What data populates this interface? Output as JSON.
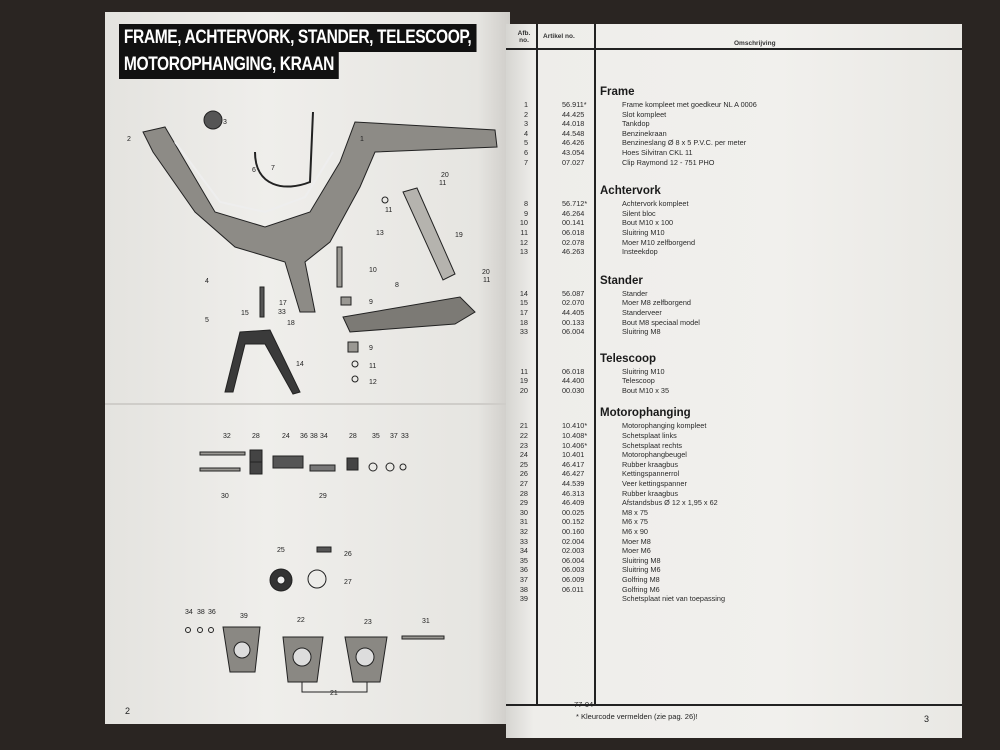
{
  "left_page": {
    "title_line1": "FRAME, ACHTERVORK, STANDER, TELESCOOP,",
    "title_line2": "MOTOROPHANGING, KRAAN",
    "page_number": "2",
    "callouts": [
      "1",
      "2",
      "3",
      "4",
      "5",
      "6",
      "7",
      "8",
      "9",
      "9",
      "10",
      "11",
      "11",
      "11",
      "11",
      "12",
      "13",
      "14",
      "15",
      "17",
      "18",
      "19",
      "20",
      "20",
      "33",
      "32",
      "28",
      "24",
      "36",
      "38",
      "34",
      "28",
      "35",
      "37",
      "33",
      "30",
      "29",
      "25",
      "26",
      "27",
      "34",
      "38",
      "36",
      "39",
      "22",
      "23",
      "31",
      "21"
    ]
  },
  "right_page": {
    "header": {
      "afb": "Afb. no.",
      "artikel": "Artikel no.",
      "omschrijving": "Omschrijving"
    },
    "sections": [
      {
        "title": "Frame",
        "rows": [
          {
            "no": "1",
            "art": "56.911*",
            "desc": "Frame kompleet met goedkeur NL A 0006"
          },
          {
            "no": "2",
            "art": "44.425",
            "desc": "Slot kompleet"
          },
          {
            "no": "3",
            "art": "44.018",
            "desc": "Tankdop"
          },
          {
            "no": "4",
            "art": "44.548",
            "desc": "Benzinekraan"
          },
          {
            "no": "5",
            "art": "46.426",
            "desc": "Benzineslang Ø 8 x 5 P.V.C. per meter"
          },
          {
            "no": "6",
            "art": "43.054",
            "desc": "Hoes Silvitran CKL 11"
          },
          {
            "no": "7",
            "art": "07.027",
            "desc": "Clip Raymond 12 - 751 PHO"
          }
        ]
      },
      {
        "title": "Achtervork",
        "rows": [
          {
            "no": "8",
            "art": "56.712*",
            "desc": "Achtervork kompleet"
          },
          {
            "no": "9",
            "art": "46.264",
            "desc": "Silent bloc"
          },
          {
            "no": "10",
            "art": "00.141",
            "desc": "Bout M10 x 100"
          },
          {
            "no": "11",
            "art": "06.018",
            "desc": "Sluitring M10"
          },
          {
            "no": "12",
            "art": "02.078",
            "desc": "Moer M10 zelfborgend"
          },
          {
            "no": "13",
            "art": "46.263",
            "desc": "Insteekdop"
          }
        ]
      },
      {
        "title": "Stander",
        "rows": [
          {
            "no": "14",
            "art": "56.087",
            "desc": "Stander"
          },
          {
            "no": "15",
            "art": "02.070",
            "desc": "Moer M8 zelfborgend"
          },
          {
            "no": "17",
            "art": "44.405",
            "desc": "Standerveer"
          },
          {
            "no": "18",
            "art": "00.133",
            "desc": "Bout M8 speciaal model"
          },
          {
            "no": "33",
            "art": "06.004",
            "desc": "Sluitring M8"
          }
        ]
      },
      {
        "title": "Telescoop",
        "rows": [
          {
            "no": "11",
            "art": "06.018",
            "desc": "Sluitring M10"
          },
          {
            "no": "19",
            "art": "44.400",
            "desc": "Telescoop"
          },
          {
            "no": "20",
            "art": "00.030",
            "desc": "Bout M10 x 35"
          }
        ]
      },
      {
        "title": "Motorophanging",
        "rows": [
          {
            "no": "21",
            "art": "10.410*",
            "desc": "Motorophanging kompleet"
          },
          {
            "no": "22",
            "art": "10.408*",
            "desc": "Schetsplaat links"
          },
          {
            "no": "23",
            "art": "10.406*",
            "desc": "Schetsplaat rechts"
          },
          {
            "no": "24",
            "art": "10.401",
            "desc": "Motorophangbeugel"
          },
          {
            "no": "25",
            "art": "46.417",
            "desc": "Rubber kraagbus"
          },
          {
            "no": "26",
            "art": "46.427",
            "desc": "Kettingspannerrol"
          },
          {
            "no": "27",
            "art": "44.539",
            "desc": "Veer kettingspanner"
          },
          {
            "no": "28",
            "art": "46.313",
            "desc": "Rubber kraagbus"
          },
          {
            "no": "29",
            "art": "46.409",
            "desc": "Afstandsbus Ø 12 x 1,95 x 62"
          },
          {
            "no": "30",
            "art": "00.025",
            "desc": "M8 x 75"
          },
          {
            "no": "31",
            "art": "00.152",
            "desc": "M6 x 75"
          },
          {
            "no": "32",
            "art": "00.160",
            "desc": "M6 x 90"
          },
          {
            "no": "33",
            "art": "02.004",
            "desc": "Moer M8"
          },
          {
            "no": "34",
            "art": "02.003",
            "desc": "Moer M6"
          },
          {
            "no": "35",
            "art": "06.004",
            "desc": "Sluitring M8"
          },
          {
            "no": "36",
            "art": "06.003",
            "desc": "Sluitring M6"
          },
          {
            "no": "37",
            "art": "06.009",
            "desc": "Golfring M8"
          },
          {
            "no": "38",
            "art": "06.011",
            "desc": "Golfring M6"
          },
          {
            "no": "39",
            "art": "",
            "desc": "Schetsplaat niet van toepassing"
          }
        ]
      }
    ],
    "footnote": "* Kleurcode vermelden (zie pag. 26)!",
    "print_code": "77-04",
    "page_number": "3"
  }
}
